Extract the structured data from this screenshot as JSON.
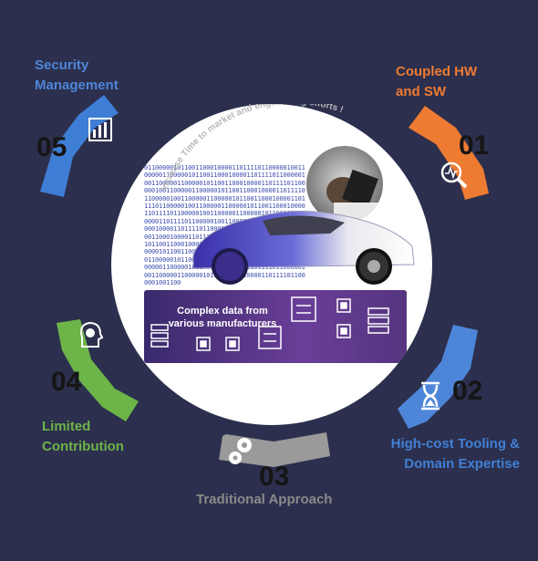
{
  "steps": [
    {
      "number": "01",
      "label_line1": "Coupled HW",
      "label_line2": "and SW",
      "color": "#ee7b32",
      "icon": "magnifier-chart-icon"
    },
    {
      "number": "02",
      "label_line1": "High-cost Tooling &",
      "label_line2": "Domain Expertise",
      "color": "#4d86d9",
      "icon": "hourglass-icon"
    },
    {
      "number": "03",
      "label_line1": "Traditional Approach",
      "color": "#9a9a9a",
      "icon": "gears-icon"
    },
    {
      "number": "04",
      "label_line1": "Limited",
      "label_line2": "Contribution",
      "color": "#6db449",
      "icon": "lightbulb-head-icon"
    },
    {
      "number": "05",
      "label_line1": "Security",
      "label_line2": "Management",
      "color": "#3f7ed6",
      "icon": "bar-chart-icon"
    }
  ],
  "center": {
    "arc_caption": "Increase Time to market and engineering efforts !",
    "banner_text": "Complex data from various manufacturers",
    "binary": "0110000010110011000100001101111011000001001100000110000010110011000100001101111011000001001100000110000010110011000100001101111011000001001100000110000010110011000100001101111011000001001100000110000010110011000100001101111011000001001100000110000010110011000100001101111011000001001100000110000010110011000100001101111011000001001100000110000010110011000100001101111011000001001100000110000010110011000100001101111011000001001100000110000010110011000100001101111011000001001100000110000010110011000100001101111011000001001100000110000010110011000100001101111011000001001100000110000010110011000100001101111011000001001100000110000010110011000100001101111011000001001100"
  }
}
